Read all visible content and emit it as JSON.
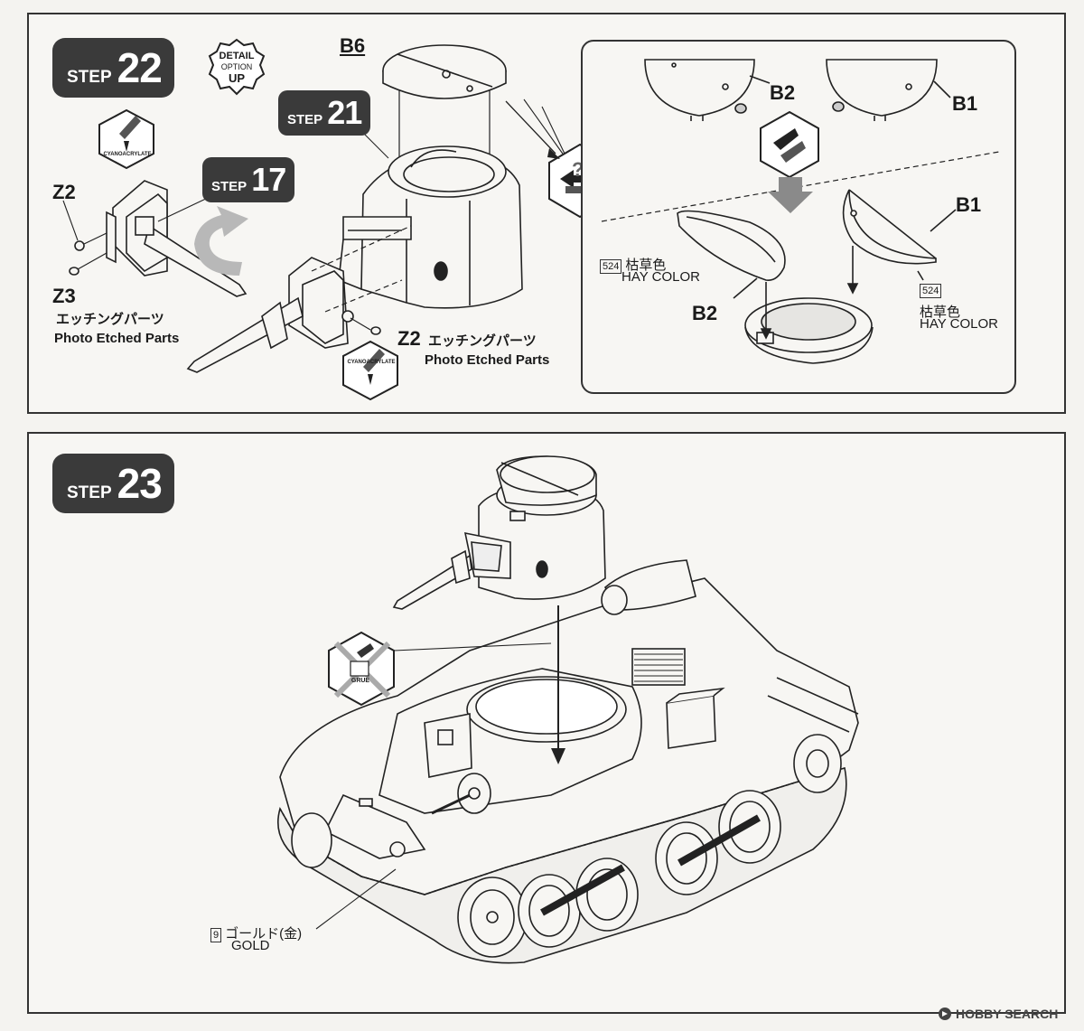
{
  "step22": {
    "step_word": "STEP",
    "step_number": "22"
  },
  "detail_badge": {
    "line1": "DETAIL",
    "line2": "OPTION",
    "line3": "UP"
  },
  "ref21": {
    "step_word": "STEP",
    "step_number": "21"
  },
  "ref17": {
    "step_word": "STEP",
    "step_number": "17"
  },
  "glue_label": "CYANOACRYLATE",
  "parts": {
    "b6": "B6",
    "z2_left": "Z2",
    "z3": "Z3",
    "z2_right": "Z2",
    "b2_top": "B2",
    "b1_top": "B1",
    "b1_mid": "B1",
    "b2_bottom": "B2"
  },
  "etched": {
    "jp": "エッチングパーツ",
    "en": "Photo Etched Parts"
  },
  "paint_hay_left": {
    "num": "524",
    "jp": "枯草色",
    "en": "HAY COLOR"
  },
  "paint_hay_right": {
    "num": "524",
    "jp": "枯草色",
    "en": "HAY COLOR"
  },
  "step23": {
    "step_word": "STEP",
    "step_number": "23"
  },
  "no_glue_label": "GRUE",
  "paint_gold": {
    "num": "9",
    "jp": "ゴールド(金)",
    "en": "GOLD"
  },
  "watermark": "HOBBY SEARCH",
  "colors": {
    "badge": "#3a3a3a",
    "line": "#333333",
    "paper": "#f4f3f0",
    "arrow_gray": "#9a9a9a"
  }
}
